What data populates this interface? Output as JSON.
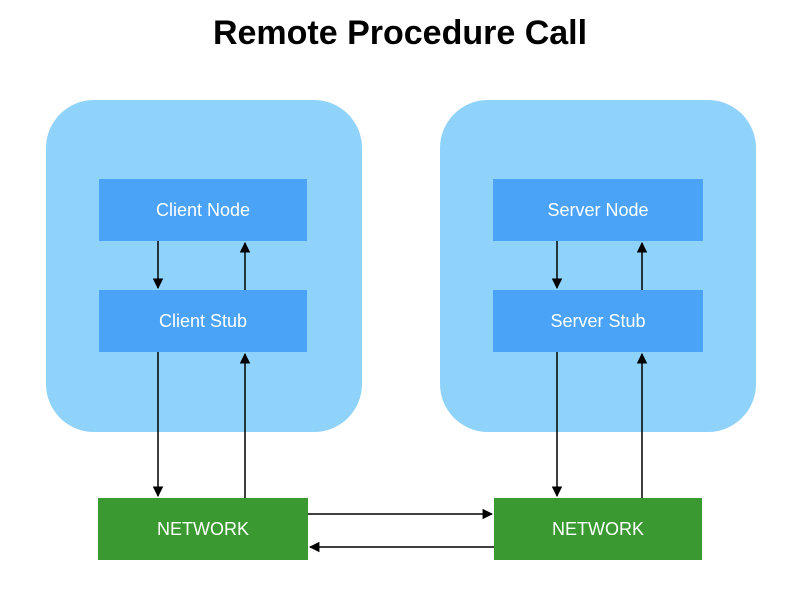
{
  "title": "Remote Procedure Call",
  "client": {
    "node_label": "Client Node",
    "stub_label": "Client Stub",
    "network_label": "NETWORK"
  },
  "server": {
    "node_label": "Server Node",
    "stub_label": "Server Stub",
    "network_label": "NETWORK"
  },
  "colors": {
    "container": "#8fd3fb",
    "node": "#4aa3f7",
    "network": "#3a9a31",
    "arrow": "#000000"
  }
}
